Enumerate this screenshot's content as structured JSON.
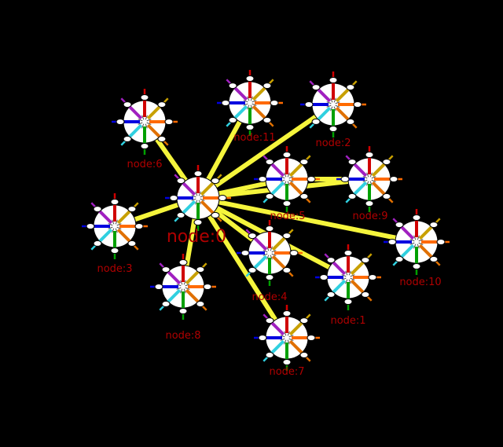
{
  "graph": {
    "edge_color": "#f5f53c",
    "label_color": "#b00000",
    "nodes": [
      {
        "id": "node:0",
        "label": "node:0",
        "hub": true
      },
      {
        "id": "node:1",
        "label": "node:1"
      },
      {
        "id": "node:2",
        "label": "node:2"
      },
      {
        "id": "node:3",
        "label": "node:3"
      },
      {
        "id": "node:4",
        "label": "node:4"
      },
      {
        "id": "node:5",
        "label": "node:5"
      },
      {
        "id": "node:6",
        "label": "node:6"
      },
      {
        "id": "node:7",
        "label": "node:7"
      },
      {
        "id": "node:8",
        "label": "node:8"
      },
      {
        "id": "node:9",
        "label": "node:9"
      },
      {
        "id": "node:10",
        "label": "node:10"
      },
      {
        "id": "node:11",
        "label": "node:11"
      }
    ],
    "edges": [
      [
        "node:0",
        "node:1"
      ],
      [
        "node:0",
        "node:2"
      ],
      [
        "node:0",
        "node:3"
      ],
      [
        "node:0",
        "node:4"
      ],
      [
        "node:0",
        "node:5"
      ],
      [
        "node:0",
        "node:6"
      ],
      [
        "node:0",
        "node:7"
      ],
      [
        "node:0",
        "node:8"
      ],
      [
        "node:0",
        "node:9"
      ],
      [
        "node:0",
        "node:10"
      ],
      [
        "node:0",
        "node:11"
      ],
      [
        "node:5",
        "node:9"
      ]
    ],
    "spoke_colors": [
      "#d00000",
      "#c8a000",
      "#ff6a00",
      "#e07000",
      "#00a000",
      "#30d0e0",
      "#0000e0",
      "#a020c0"
    ]
  }
}
